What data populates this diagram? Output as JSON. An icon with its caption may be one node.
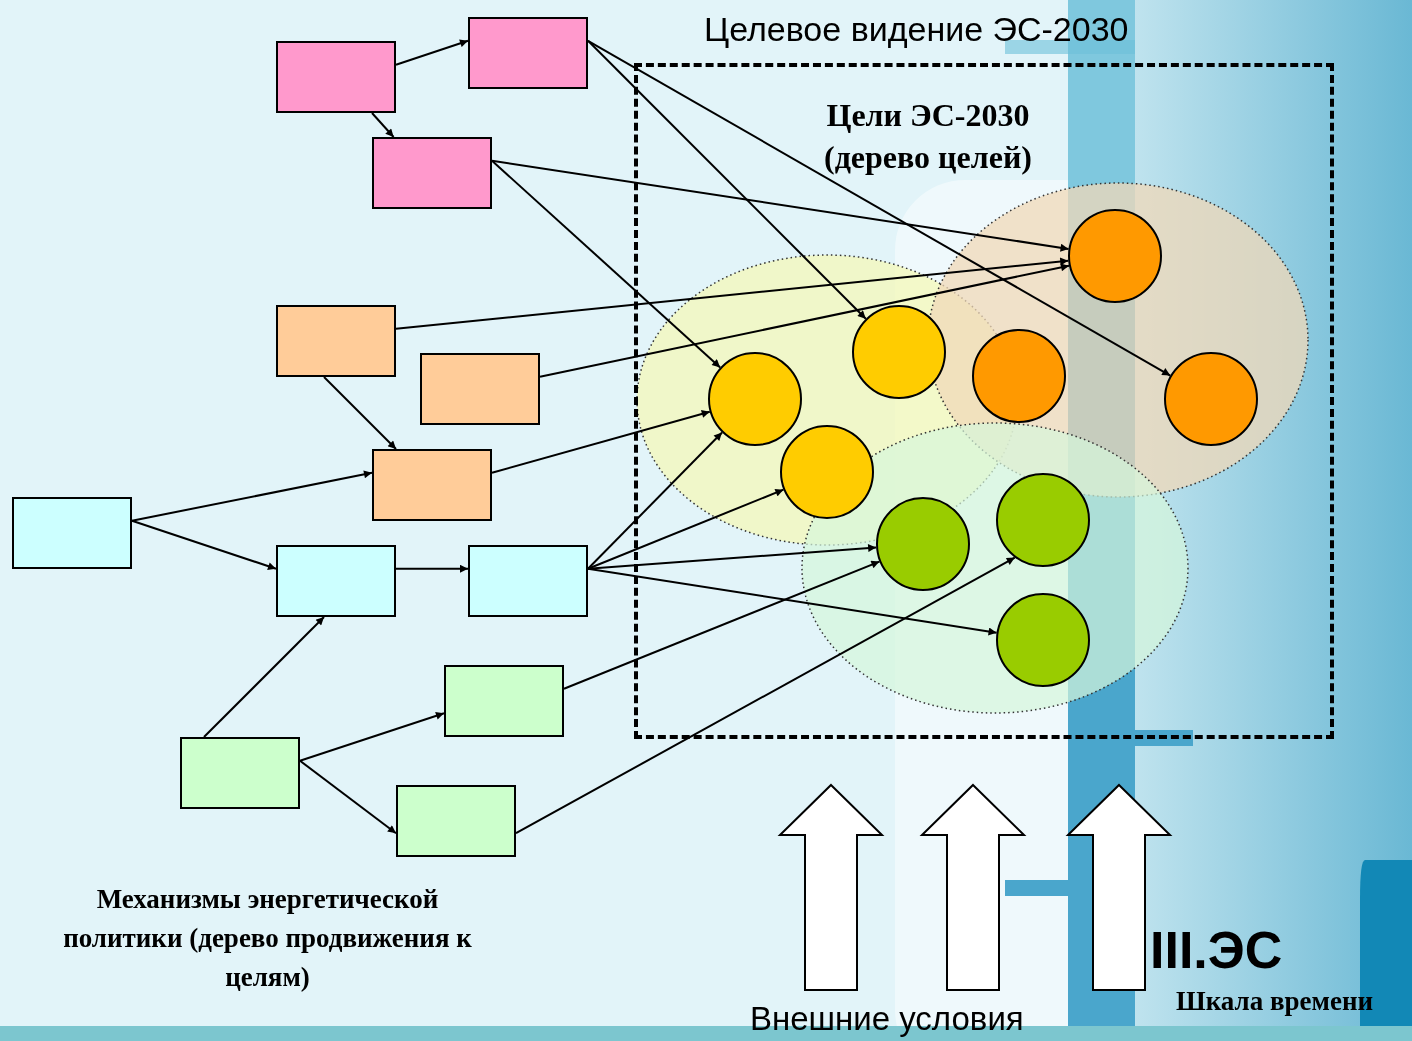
{
  "diagram": {
    "nodes": [
      {
        "text": [],
        "shape": "box"
      },
      {
        "text": [],
        "shape": "box"
      },
      {
        "text": [],
        "shape": "box"
      },
      {
        "text": [],
        "shape": "box"
      },
      {
        "text": [],
        "shape": "box"
      },
      {
        "text": [],
        "shape": "box"
      },
      {
        "text": [],
        "shape": "box"
      },
      {
        "text": [],
        "shape": "box"
      },
      {
        "text": [],
        "shape": "box"
      },
      {
        "text": [],
        "shape": "box"
      },
      {
        "text": [],
        "shape": "box"
      },
      {
        "text": [],
        "shape": "box"
      },
      {
        "text": [
          "Целевое видение ЭС-2030",
          "Цели ЭС-2030 (дерево целей)"
        ]
      },
      {
        "text": [],
        "shape": "circle",
        "in": 12
      },
      {
        "text": [],
        "shape": "circle",
        "in": 12
      },
      {
        "text": [],
        "shape": "circle",
        "in": 12
      },
      {
        "text": [],
        "shape": "circle",
        "in": 12
      },
      {
        "text": [],
        "shape": "circle",
        "in": 12
      },
      {
        "text": [],
        "shape": "circle",
        "in": 12
      },
      {
        "text": [],
        "shape": "circle",
        "in": 12
      },
      {
        "text": [],
        "shape": "circle",
        "in": 12
      },
      {
        "text": [],
        "shape": "circle",
        "in": 12
      }
    ],
    "edges": [
      {
        "from": 0,
        "to": 1,
        "arrow": "to"
      },
      {
        "from": 0,
        "to": 2,
        "arrow": "to"
      },
      {
        "from": 1,
        "to": 14,
        "arrow": "to"
      },
      {
        "from": 1,
        "to": 18,
        "arrow": "to"
      },
      {
        "from": 2,
        "to": 16,
        "arrow": "to"
      },
      {
        "from": 2,
        "to": 13,
        "arrow": "to"
      },
      {
        "from": 3,
        "to": 16,
        "arrow": "to"
      },
      {
        "from": 3,
        "to": 5,
        "arrow": "to"
      },
      {
        "from": 4,
        "to": 16,
        "arrow": "to"
      },
      {
        "from": 5,
        "to": 13,
        "arrow": "to"
      },
      {
        "from": 6,
        "to": 5,
        "arrow": "to"
      },
      {
        "from": 6,
        "to": 7,
        "arrow": "to"
      },
      {
        "from": 7,
        "to": 8,
        "arrow": "to"
      },
      {
        "from": 8,
        "to": 13,
        "arrow": "to"
      },
      {
        "from": 8,
        "to": 15,
        "arrow": "to"
      },
      {
        "from": 8,
        "to": 19,
        "arrow": "to"
      },
      {
        "from": 8,
        "to": 21,
        "arrow": "to"
      },
      {
        "from": 9,
        "to": 7,
        "arrow": "to"
      },
      {
        "from": 9,
        "to": 10,
        "arrow": "to"
      },
      {
        "from": 9,
        "to": 11,
        "arrow": "to"
      },
      {
        "from": 10,
        "to": 19,
        "arrow": "to"
      },
      {
        "from": 11,
        "to": 20,
        "arrow": "to"
      }
    ],
    "labels": [
      "Механизмы энергетической политики (дерево продвижения к целям)",
      "III.ЭС",
      "Внешние условия",
      "Шкала времени"
    ]
  }
}
